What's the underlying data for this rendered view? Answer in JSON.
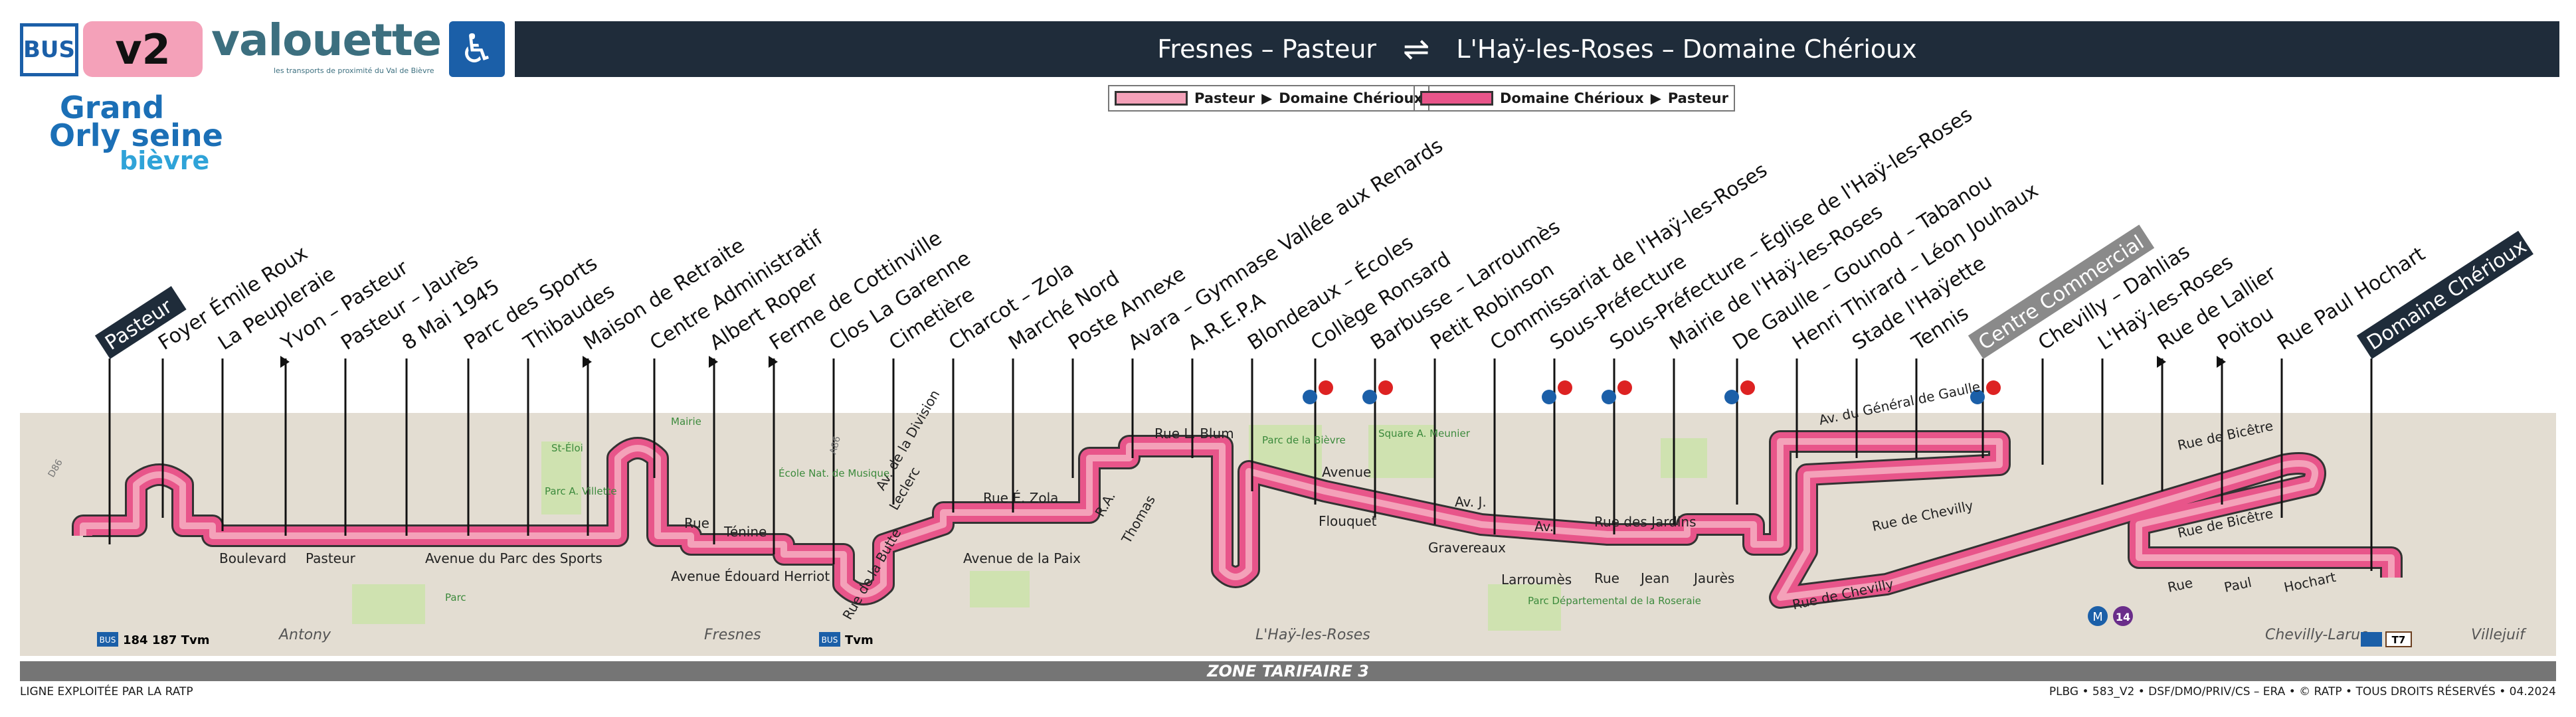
{
  "header": {
    "bus_badge": "BUS",
    "line": "v2",
    "brand": "valouette",
    "brand_tagline": "les transports de proximité du Val de Bièvre",
    "pmr_icon": "wheelchair-icon",
    "terminus_a": "Fresnes – Pasteur",
    "terminus_b": "L'Haÿ-les-Roses – Domaine Chérioux",
    "arrows_icon": "bidirectional-arrows-icon"
  },
  "partner": {
    "line1": "Grand",
    "line2": "Orly seine",
    "line3": "bièvre"
  },
  "legend": [
    {
      "from": "Pasteur",
      "to": "Domaine Chérioux",
      "color": "#f4a1b9"
    },
    {
      "from": "Domaine Chérioux",
      "to": "Pasteur",
      "color": "#e8558a"
    }
  ],
  "stops": [
    {
      "name": "Pasteur",
      "terminus": true
    },
    {
      "name": "Foyer Émile Roux"
    },
    {
      "name": "La Peupleraie"
    },
    {
      "name": "Yvon – Pasteur",
      "one_way": true
    },
    {
      "name": "Pasteur – Jaurès"
    },
    {
      "name": "8 Mai 1945"
    },
    {
      "name": "Parc des Sports"
    },
    {
      "name": "Thibaudes"
    },
    {
      "name": "Maison de Retraite",
      "one_way": true
    },
    {
      "name": "Centre Administratif"
    },
    {
      "name": "Albert Roper",
      "one_way": true
    },
    {
      "name": "Ferme de Cottinville",
      "one_way": true
    },
    {
      "name": "Clos La Garenne"
    },
    {
      "name": "Cimetière"
    },
    {
      "name": "Charcot – Zola"
    },
    {
      "name": "Marché Nord"
    },
    {
      "name": "Poste Annexe"
    },
    {
      "name": "Avara – Gymnase Vallée aux Renards"
    },
    {
      "name": "A.R.E.P.A"
    },
    {
      "name": "Blondeaux – Écoles"
    },
    {
      "name": "Collège Ronsard",
      "accessible": true
    },
    {
      "name": "Barbusse – Larroumès",
      "accessible": true
    },
    {
      "name": "Petit Robinson"
    },
    {
      "name": "Commissariat de l'Haÿ-les-Roses"
    },
    {
      "name": "Sous-Préfecture",
      "accessible": true
    },
    {
      "name": "Sous-Préfecture – Église de l'Haÿ-les-Roses",
      "accessible": true
    },
    {
      "name": "Mairie de l'Haÿ-les-Roses"
    },
    {
      "name": "De Gaulle – Gounod – Tabanou",
      "accessible": true
    },
    {
      "name": "Henri Thirard – Léon Jouhaux"
    },
    {
      "name": "Stade l'Haÿette"
    },
    {
      "name": "Tennis"
    },
    {
      "name": "Centre Commercial",
      "highlight": true,
      "accessible": true
    },
    {
      "name": "Chevilly – Dahlias"
    },
    {
      "name": "L'Haÿ-les-Roses"
    },
    {
      "name": "Rue de Lallier",
      "one_way": true
    },
    {
      "name": "Poitou",
      "one_way": true
    },
    {
      "name": "Rue Paul Hochart"
    },
    {
      "name": "Domaine Chérioux",
      "terminus": true
    }
  ],
  "streets": [
    "Boulevard",
    "Pasteur",
    "Avenue du Parc des Sports",
    "Rue",
    "Ténine",
    "Avenue Édouard Herriot",
    "Av. de la Division",
    "Leclerc",
    "Rue de la Butte",
    "Rue É. Zola",
    "Avenue de la Paix",
    "R.A.",
    "Thomas",
    "Rue L. Blum",
    "Avenue",
    "Flouquet",
    "Av. J.",
    "Gravereaux",
    "Larroumès",
    "Av.",
    "Rue des Jardins",
    "Rue",
    "Jean",
    "Jaurès",
    "Av. du Général de Gaulle",
    "Rue de Bicêtre",
    "Rue de Chevilly",
    "Rue de Chevilly",
    "Rue de Bicêtre",
    "Rue",
    "Paul",
    "Hochart"
  ],
  "places": [
    {
      "label": "St-Éloi"
    },
    {
      "label": "Parc A. Villette"
    },
    {
      "label": "Parc"
    },
    {
      "label": "Mairie"
    },
    {
      "label": "École Nat. de Musique"
    },
    {
      "label": "Parc de la Bièvre"
    },
    {
      "label": "Square A. Meunier"
    },
    {
      "label": "Parc Départemental de la Roseraie"
    }
  ],
  "connections": [
    {
      "label": "184 187 Tvm"
    },
    {
      "label": "Tvm"
    },
    {
      "label": "14"
    },
    {
      "label": "T7"
    }
  ],
  "towns": [
    "Antony",
    "Fresnes",
    "L'Haÿ-les-Roses",
    "Chevilly-Larue",
    "Villejuif"
  ],
  "zone": "ZONE TARIFAIRE 3",
  "road_labels": [
    "D86",
    "A86"
  ],
  "footer_left": "LIGNE EXPLOITÉE PAR LA RATP",
  "footer_right": "PLBG • 583_V2 • DSF/DMO/PRIV/CS – ERA • © RATP • TOUS DROITS RÉSERVÉS • 04.2024",
  "colors": {
    "route_light": "#f4a1b9",
    "route_dark": "#e8558a",
    "header_bg": "#1f2c3a",
    "map_bg": "#e3ddd2",
    "brand": "#3c6f7f",
    "bus_blue": "#1b5fa8"
  }
}
